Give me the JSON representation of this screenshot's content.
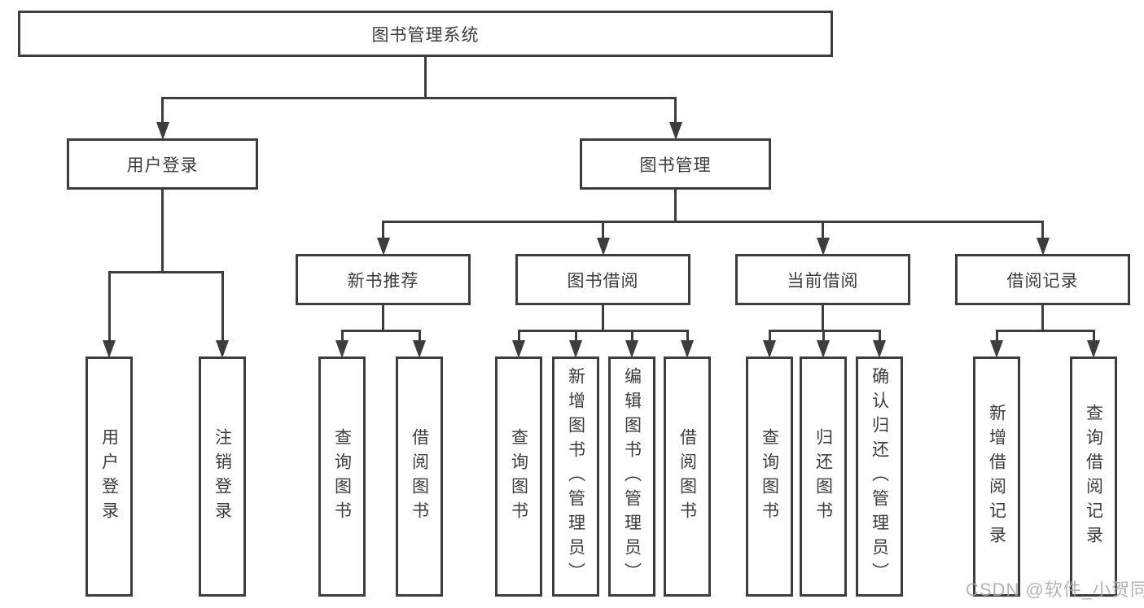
{
  "diagram": {
    "title": "图书管理系统",
    "watermark": "CSDN @软件_小贺同学",
    "colors": {
      "line": "#3d3d3d",
      "text": "#3c3c3c",
      "background": "#ffffff",
      "watermark": "#a8a8a8"
    },
    "nodes": [
      {
        "id": "root",
        "label": "图书管理系统",
        "parent": null
      },
      {
        "id": "user-login",
        "label": "用户登录",
        "parent": "root"
      },
      {
        "id": "book-mgmt",
        "label": "图书管理",
        "parent": "root"
      },
      {
        "id": "user-login-leaf",
        "label": "用户登录",
        "parent": "user-login"
      },
      {
        "id": "logout-leaf",
        "label": "注销登录",
        "parent": "user-login"
      },
      {
        "id": "new-book-rec",
        "label": "新书推荐",
        "parent": "book-mgmt"
      },
      {
        "id": "book-borrow",
        "label": "图书借阅",
        "parent": "book-mgmt"
      },
      {
        "id": "current-borrow",
        "label": "当前借阅",
        "parent": "book-mgmt"
      },
      {
        "id": "borrow-records",
        "label": "借阅记录",
        "parent": "book-mgmt"
      },
      {
        "id": "query-books-rec",
        "label": "查询图书",
        "parent": "new-book-rec"
      },
      {
        "id": "borrow-books-rec",
        "label": "借阅图书",
        "parent": "new-book-rec"
      },
      {
        "id": "query-books-borrow",
        "label": "查询图书",
        "parent": "book-borrow"
      },
      {
        "id": "add-books-admin",
        "label": "新增图书（管理员）",
        "parent": "book-borrow"
      },
      {
        "id": "edit-books-admin",
        "label": "编辑图书（管理员）",
        "parent": "book-borrow"
      },
      {
        "id": "borrow-books-borrow",
        "label": "借阅图书",
        "parent": "book-borrow"
      },
      {
        "id": "query-books-current",
        "label": "查询图书",
        "parent": "current-borrow"
      },
      {
        "id": "return-books",
        "label": "归还图书",
        "parent": "current-borrow"
      },
      {
        "id": "confirm-return-admin",
        "label": "确认归还（管理员）",
        "parent": "current-borrow"
      },
      {
        "id": "add-borrow-record",
        "label": "新增借阅记录",
        "parent": "borrow-records"
      },
      {
        "id": "query-borrow-record",
        "label": "查询借阅记录",
        "parent": "borrow-records"
      }
    ]
  }
}
